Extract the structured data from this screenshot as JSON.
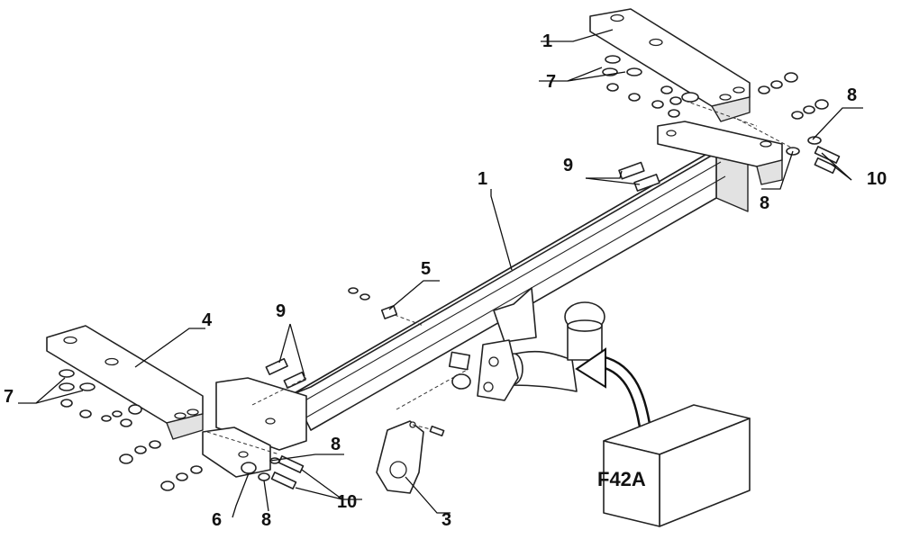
{
  "diagram": {
    "part_labels": [
      {
        "key": "p1_top",
        "text": "1"
      },
      {
        "key": "p7_top",
        "text": "7"
      },
      {
        "key": "p8_top",
        "text": "8"
      },
      {
        "key": "p9_top",
        "text": "9"
      },
      {
        "key": "p8_mid",
        "text": "8"
      },
      {
        "key": "p10_top",
        "text": "10"
      },
      {
        "key": "p1_beam",
        "text": "1"
      },
      {
        "key": "p5",
        "text": "5"
      },
      {
        "key": "p4",
        "text": "4"
      },
      {
        "key": "p9_left",
        "text": "9"
      },
      {
        "key": "p7_left",
        "text": "7"
      },
      {
        "key": "p8_low",
        "text": "8"
      },
      {
        "key": "p10_low",
        "text": "10"
      },
      {
        "key": "p6",
        "text": "6"
      },
      {
        "key": "p8_bottom",
        "text": "8"
      },
      {
        "key": "p3",
        "text": "3"
      }
    ],
    "model_box_label": "F42A"
  }
}
